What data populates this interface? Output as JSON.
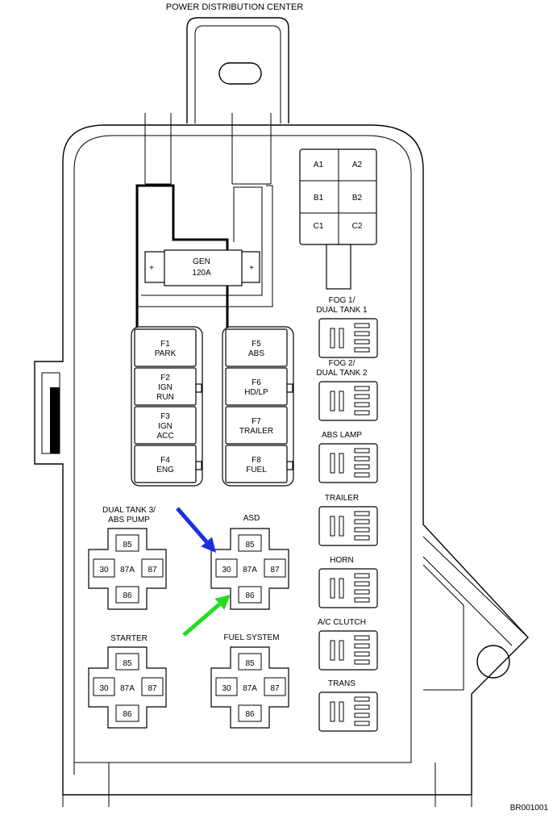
{
  "title": "POWER DISTRIBUTION CENTER",
  "code": "BR001001",
  "cartridge_fuses": [
    "A1",
    "A2",
    "B1",
    "B2",
    "C1",
    "C2"
  ],
  "gen_fuse": {
    "name": "GEN",
    "rating": "120A",
    "plus_left": "+",
    "plus_right": "+"
  },
  "mini_fuses_left": [
    {
      "id": "F1",
      "lines": [
        "F1",
        "PARK"
      ]
    },
    {
      "id": "F2",
      "lines": [
        "F2",
        "IGN",
        "RUN"
      ]
    },
    {
      "id": "F3",
      "lines": [
        "F3",
        "IGN",
        "ACC"
      ]
    },
    {
      "id": "F4",
      "lines": [
        "F4",
        "ENG"
      ]
    }
  ],
  "mini_fuses_right": [
    {
      "id": "F5",
      "lines": [
        "F5",
        "ABS"
      ]
    },
    {
      "id": "F6",
      "lines": [
        "F6",
        "HD/LP"
      ]
    },
    {
      "id": "F7",
      "lines": [
        "F7",
        "TRAILER"
      ]
    },
    {
      "id": "F8",
      "lines": [
        "F8",
        "FUEL"
      ]
    }
  ],
  "side_relays": [
    {
      "lines": [
        "FOG 1/",
        "DUAL TANK 1"
      ]
    },
    {
      "lines": [
        "FOG 2/",
        "DUAL TANK 2"
      ]
    },
    {
      "lines": [
        "ABS LAMP"
      ]
    },
    {
      "lines": [
        "TRAILER"
      ]
    },
    {
      "lines": [
        "HORN"
      ]
    },
    {
      "lines": [
        "A/C CLUTCH"
      ]
    },
    {
      "lines": [
        "TRANS"
      ]
    }
  ],
  "iso_relays": [
    {
      "lines": [
        "DUAL TANK 3/",
        "ABS PUMP"
      ],
      "pins": {
        "top": "85",
        "left": "30",
        "center": "87A",
        "right": "87",
        "bottom": "86"
      }
    },
    {
      "lines": [
        "ASD"
      ],
      "pins": {
        "top": "85",
        "left": "30",
        "center": "87A",
        "right": "87",
        "bottom": "86"
      }
    },
    {
      "lines": [
        "STARTER"
      ],
      "pins": {
        "top": "85",
        "left": "30",
        "center": "87A",
        "right": "87",
        "bottom": "86"
      }
    },
    {
      "lines": [
        "FUEL SYSTEM"
      ],
      "pins": {
        "top": "85",
        "left": "30",
        "center": "87A",
        "right": "87",
        "bottom": "86"
      }
    }
  ],
  "arrows": [
    {
      "color": "#1a2fe0"
    },
    {
      "color": "#22dd22"
    }
  ]
}
